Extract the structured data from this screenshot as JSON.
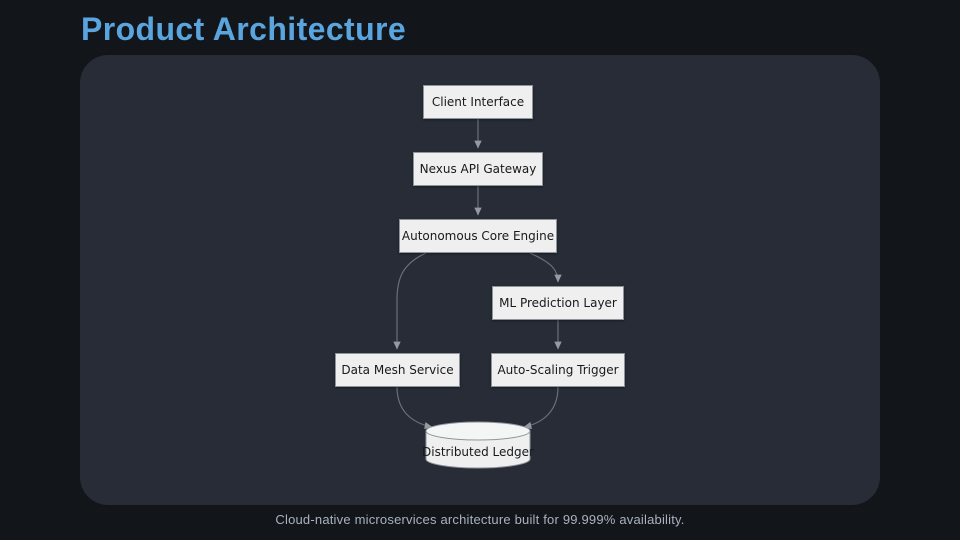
{
  "slide": {
    "title": "Product Architecture",
    "caption": "Cloud-native microservices architecture built for 99.999% availability."
  },
  "diagram": {
    "type": "flowchart-top-down",
    "nodes": [
      {
        "id": "client",
        "label": "Client Interface",
        "shape": "rect"
      },
      {
        "id": "gateway",
        "label": "Nexus API Gateway",
        "shape": "rect"
      },
      {
        "id": "core",
        "label": "Autonomous Core Engine",
        "shape": "rect"
      },
      {
        "id": "ml",
        "label": "ML Prediction Layer",
        "shape": "rect"
      },
      {
        "id": "mesh",
        "label": "Data Mesh Service",
        "shape": "rect"
      },
      {
        "id": "autoscale",
        "label": "Auto-Scaling Trigger",
        "shape": "rect"
      },
      {
        "id": "ledger",
        "label": "Distributed Ledger",
        "shape": "cylinder"
      }
    ],
    "edges": [
      {
        "from": "client",
        "to": "gateway"
      },
      {
        "from": "gateway",
        "to": "core"
      },
      {
        "from": "core",
        "to": "mesh"
      },
      {
        "from": "core",
        "to": "ml"
      },
      {
        "from": "ml",
        "to": "autoscale"
      },
      {
        "from": "mesh",
        "to": "ledger"
      },
      {
        "from": "autoscale",
        "to": "ledger"
      }
    ]
  },
  "colors": {
    "background": "#12151a",
    "panel": "#272c36",
    "title_text": "#5aa5de",
    "node_fill": "#efefef",
    "node_border": "#8f949c",
    "node_text": "#17191c",
    "edge_line": "#68707c",
    "arrowhead": "#949aa4",
    "caption_text": "#a9b2be"
  }
}
